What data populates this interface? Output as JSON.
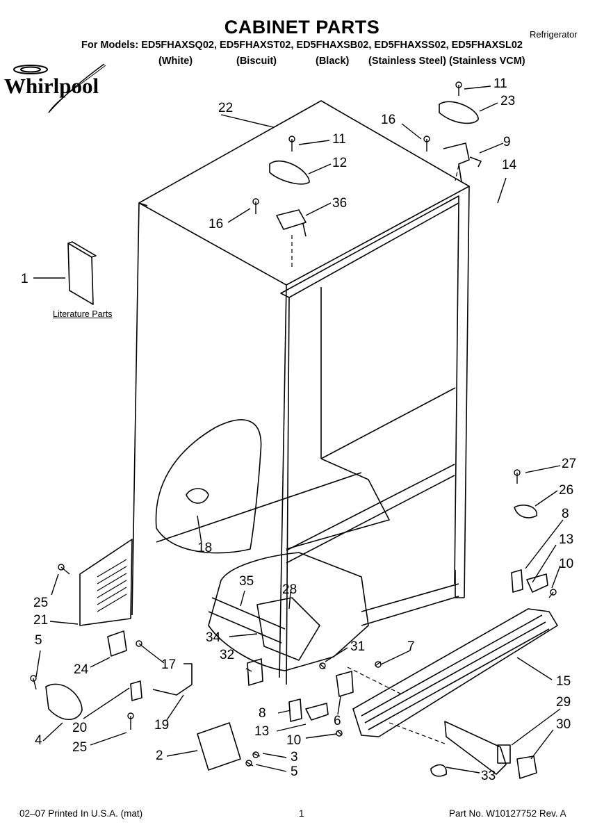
{
  "header": {
    "title": "CABINET PARTS",
    "product_type": "Refrigerator",
    "models_line": "For Models: ED5FHAXSQ02, ED5FHAXST02, ED5FHAXSB02, ED5FHAXSS02, ED5FHAXSL02",
    "colors": [
      "(White)",
      "(Biscuit)",
      "(Black)",
      "(Stainless Steel) (Stainless VCM)"
    ]
  },
  "logo": {
    "brand": "Whirlpool"
  },
  "diagram": {
    "literature_label": "Literature Parts",
    "callouts": [
      "1",
      "2",
      "3",
      "4",
      "5",
      "5",
      "6",
      "7",
      "8",
      "8",
      "9",
      "10",
      "10",
      "11",
      "11",
      "12",
      "13",
      "13",
      "14",
      "15",
      "16",
      "16",
      "17",
      "18",
      "19",
      "20",
      "21",
      "22",
      "23",
      "24",
      "25",
      "25",
      "26",
      "27",
      "28",
      "29",
      "30",
      "31",
      "32",
      "33",
      "34",
      "35",
      "36"
    ]
  },
  "footer": {
    "left": "02–07 Printed In U.S.A. (mat)",
    "page": "1",
    "part_no": "Part No. W10127752 Rev. A"
  }
}
